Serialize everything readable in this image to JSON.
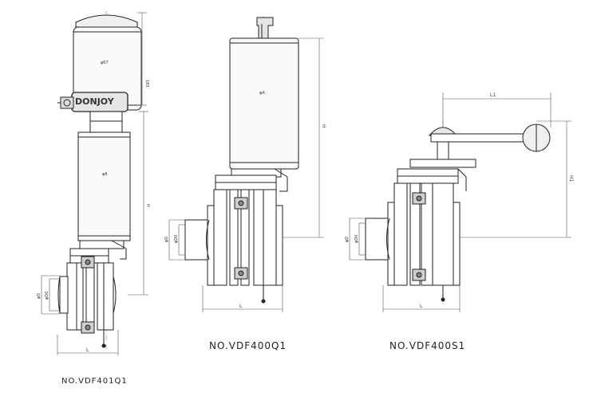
{
  "colors": {
    "line": "#222222",
    "dim": "#555555",
    "grey": "#9a9a9a",
    "background": "#ffffff"
  },
  "drawings": [
    {
      "id": "a",
      "caption": "NO.VDF401Q1",
      "brand": "DONJOY",
      "dims": {
        "top_width": "φ67",
        "top_height": "183",
        "body_dia": "φ8",
        "height": "H",
        "d": "φD",
        "d0": "φD0",
        "length": "L"
      }
    },
    {
      "id": "b",
      "caption": "NO.VDF400Q1",
      "dims": {
        "body_dia": "φA",
        "height": "H",
        "d": "φD",
        "d0": "φD0",
        "length": "L"
      }
    },
    {
      "id": "c",
      "caption": "NO.VDF400S1",
      "dims": {
        "handle_length": "L1",
        "handle_height": "H1",
        "d": "φD",
        "d0": "φD0",
        "length": "L"
      }
    }
  ]
}
